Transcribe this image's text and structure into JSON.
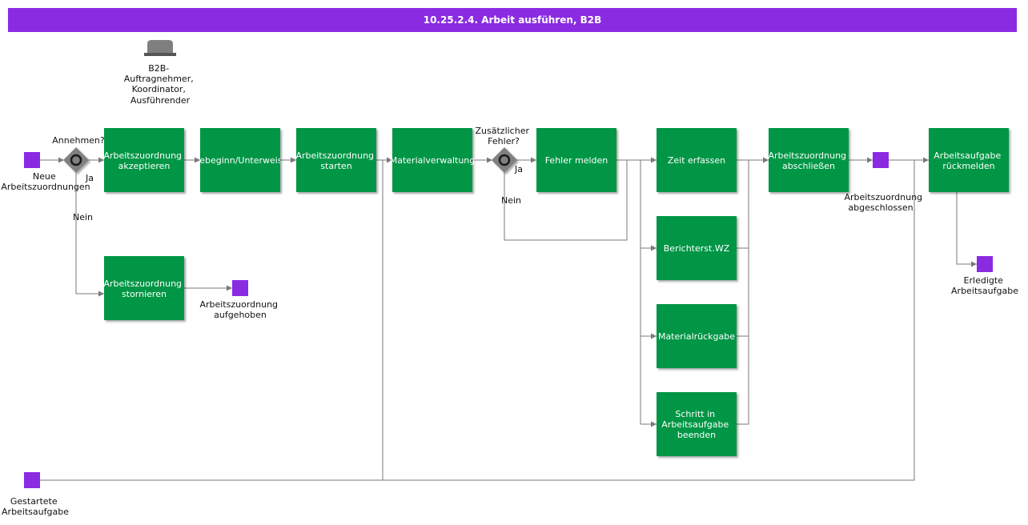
{
  "title": "10.25.2.4. Arbeit ausführen, B2B",
  "colors": {
    "header": "#8a2be2",
    "task": "#009645",
    "event": "#8a2be2",
    "line": "#7a7a7a",
    "gateway": "#808080"
  },
  "role": {
    "icon": "role-hat-icon",
    "lines": [
      "B2B-",
      "Auftragnehmer,",
      "Koordinator,",
      "Ausführender"
    ]
  },
  "tasks": {
    "akzeptieren": [
      "Arbeitszuordnung",
      "akzeptieren"
    ],
    "reisebeginn": [
      "Reisebeginn/Unterweisung"
    ],
    "starten": [
      "Arbeitszuordnung",
      "starten"
    ],
    "material": [
      "Materialverwaltung"
    ],
    "fehler": [
      "Fehler melden"
    ],
    "zeit": [
      "Zeit erfassen"
    ],
    "bericht": [
      "Berichterst.WZ"
    ],
    "rueckgabe": [
      "Materialrückgabe"
    ],
    "schritt": [
      "Schritt in",
      "Arbeitsaufgabe",
      "beenden"
    ],
    "abschliessen": [
      "Arbeitszuordnung",
      "abschließen"
    ],
    "rueckmelden": [
      "Arbeitsaufgabe",
      "rückmelden"
    ],
    "stornieren": [
      "Arbeitszuordnung",
      "stornieren"
    ]
  },
  "events": {
    "neue": [
      "Neue",
      "Arbeitszuordnungen"
    ],
    "aufgehoben": [
      "Arbeitszuordnung",
      "aufgehoben"
    ],
    "abgeschlossen": [
      "Arbeitszuordnung",
      "abgeschlossen"
    ],
    "erledigt": [
      "Erledigte",
      "Arbeitsaufgabe"
    ],
    "gestartet": [
      "Gestartete",
      "Arbeitsaufgabe"
    ]
  },
  "gateways": {
    "annehmen": {
      "question": [
        "Annehmen?"
      ],
      "yes": "Ja",
      "no": "Nein"
    },
    "fehler": {
      "question": [
        "Zusätzlicher",
        "Fehler?"
      ],
      "yes": "Ja",
      "no": "Nein"
    }
  }
}
